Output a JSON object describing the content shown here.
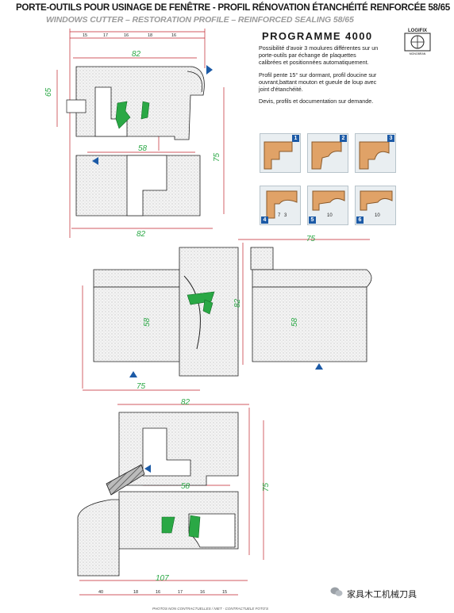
{
  "header": {
    "title": "PORTE-OUTILS POUR USINAGE DE FENÊTRE - PROFIL RÉNOVATION ÉTANCHÉITÉ RENFORCÉE 58/65",
    "subtitle": "WINDOWS CUTTER – RESTORATION PROFILE – REINFORCED SEALING 58/65"
  },
  "programme": {
    "title": "PROGRAMME 4000",
    "paragraphs": [
      "Possibilité d'avoir 3 moulures différentes sur un porte-outils par échange de plaquettes calibrées et positionnées automatiquement.",
      "Profil pente 15° sur dormant, profil doucine sur ouvrant,battant mouton et gueule de loup avec joint d'étanchéité.",
      "Devis, profils et documentation sur demande."
    ]
  },
  "logo": {
    "name": "LOGIFIX",
    "sub": "MONOBRAN"
  },
  "thumbnails": [
    {
      "num": "1"
    },
    {
      "num": "2"
    },
    {
      "num": "3"
    },
    {
      "num": "4",
      "dims": [
        "7",
        "3"
      ]
    },
    {
      "num": "5",
      "dims": [
        "10"
      ]
    },
    {
      "num": "6",
      "dims": [
        "10"
      ]
    }
  ],
  "drawing1": {
    "dims": {
      "top_width": "82",
      "height_left": "65",
      "height_right": "75",
      "bottom_width": "82",
      "mid": "58",
      "top_row": [
        "15",
        "17",
        "16",
        "18",
        "16"
      ]
    }
  },
  "drawing2": {
    "dims": {
      "top_width": "75",
      "height": "82",
      "left_mid": "58",
      "right_mid": "58",
      "bottom_width": "75"
    }
  },
  "drawing3": {
    "dims": {
      "top_width": "82",
      "height": "75",
      "mid": "58",
      "bottom_width": "107",
      "bottom_row": [
        "40",
        "18",
        "16",
        "17",
        "16",
        "15"
      ]
    }
  },
  "footer": {
    "note": "PHOTOS NON CONTRACTUELLES / NIET - CONTRACTUELE FOTO'S"
  },
  "watermark": {
    "text": "家具木工机械刀具"
  },
  "colors": {
    "dim_red": "#c0212b",
    "green": "#2aa845",
    "blue": "#1c5aa6",
    "hatch": "#d8d8d8",
    "outline": "#222222"
  }
}
